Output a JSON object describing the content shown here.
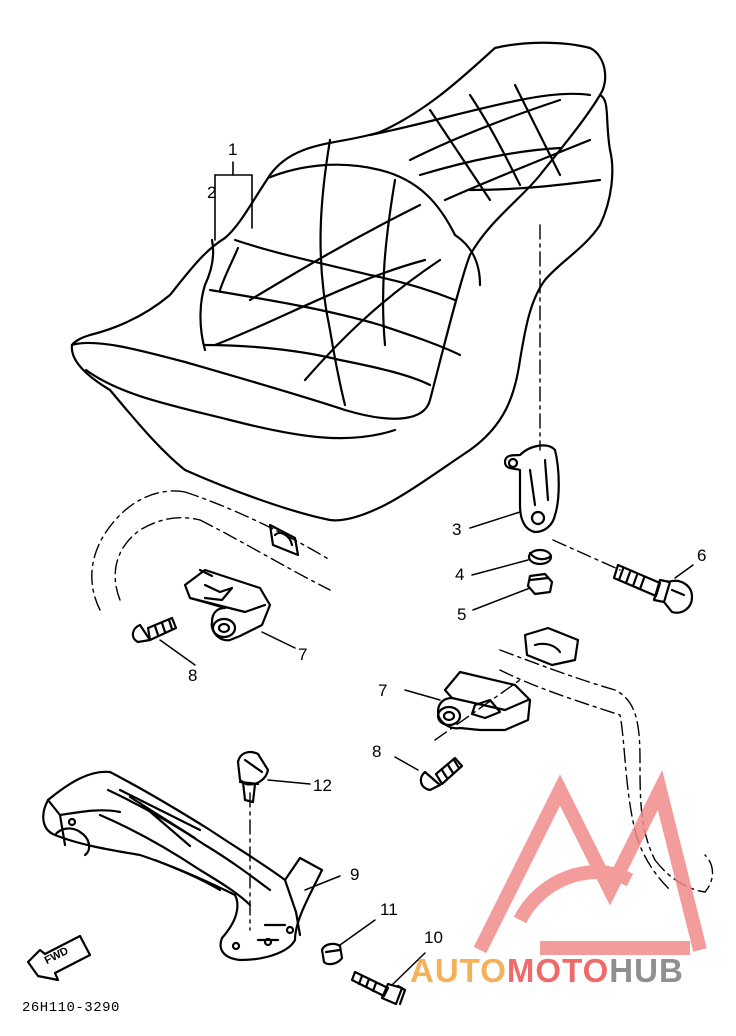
{
  "callouts": {
    "c1": "1",
    "c2": "2",
    "c3": "3",
    "c4": "4",
    "c5": "5",
    "c6": "6",
    "c7a": "7",
    "c7b": "7",
    "c8a": "8",
    "c8b": "8",
    "c9": "9",
    "c10": "10",
    "c11": "11",
    "c12": "12"
  },
  "fwd_label": "FWD",
  "doc_number": "26H110-3290",
  "watermark": {
    "part1": "AUTO",
    "part2": "MOTO",
    "part3": "HUB",
    "colors": {
      "auto": "#f5b15a",
      "moto": "#ef6b6b",
      "hub": "#8f8f8f",
      "logo": "#f28b8b"
    }
  }
}
